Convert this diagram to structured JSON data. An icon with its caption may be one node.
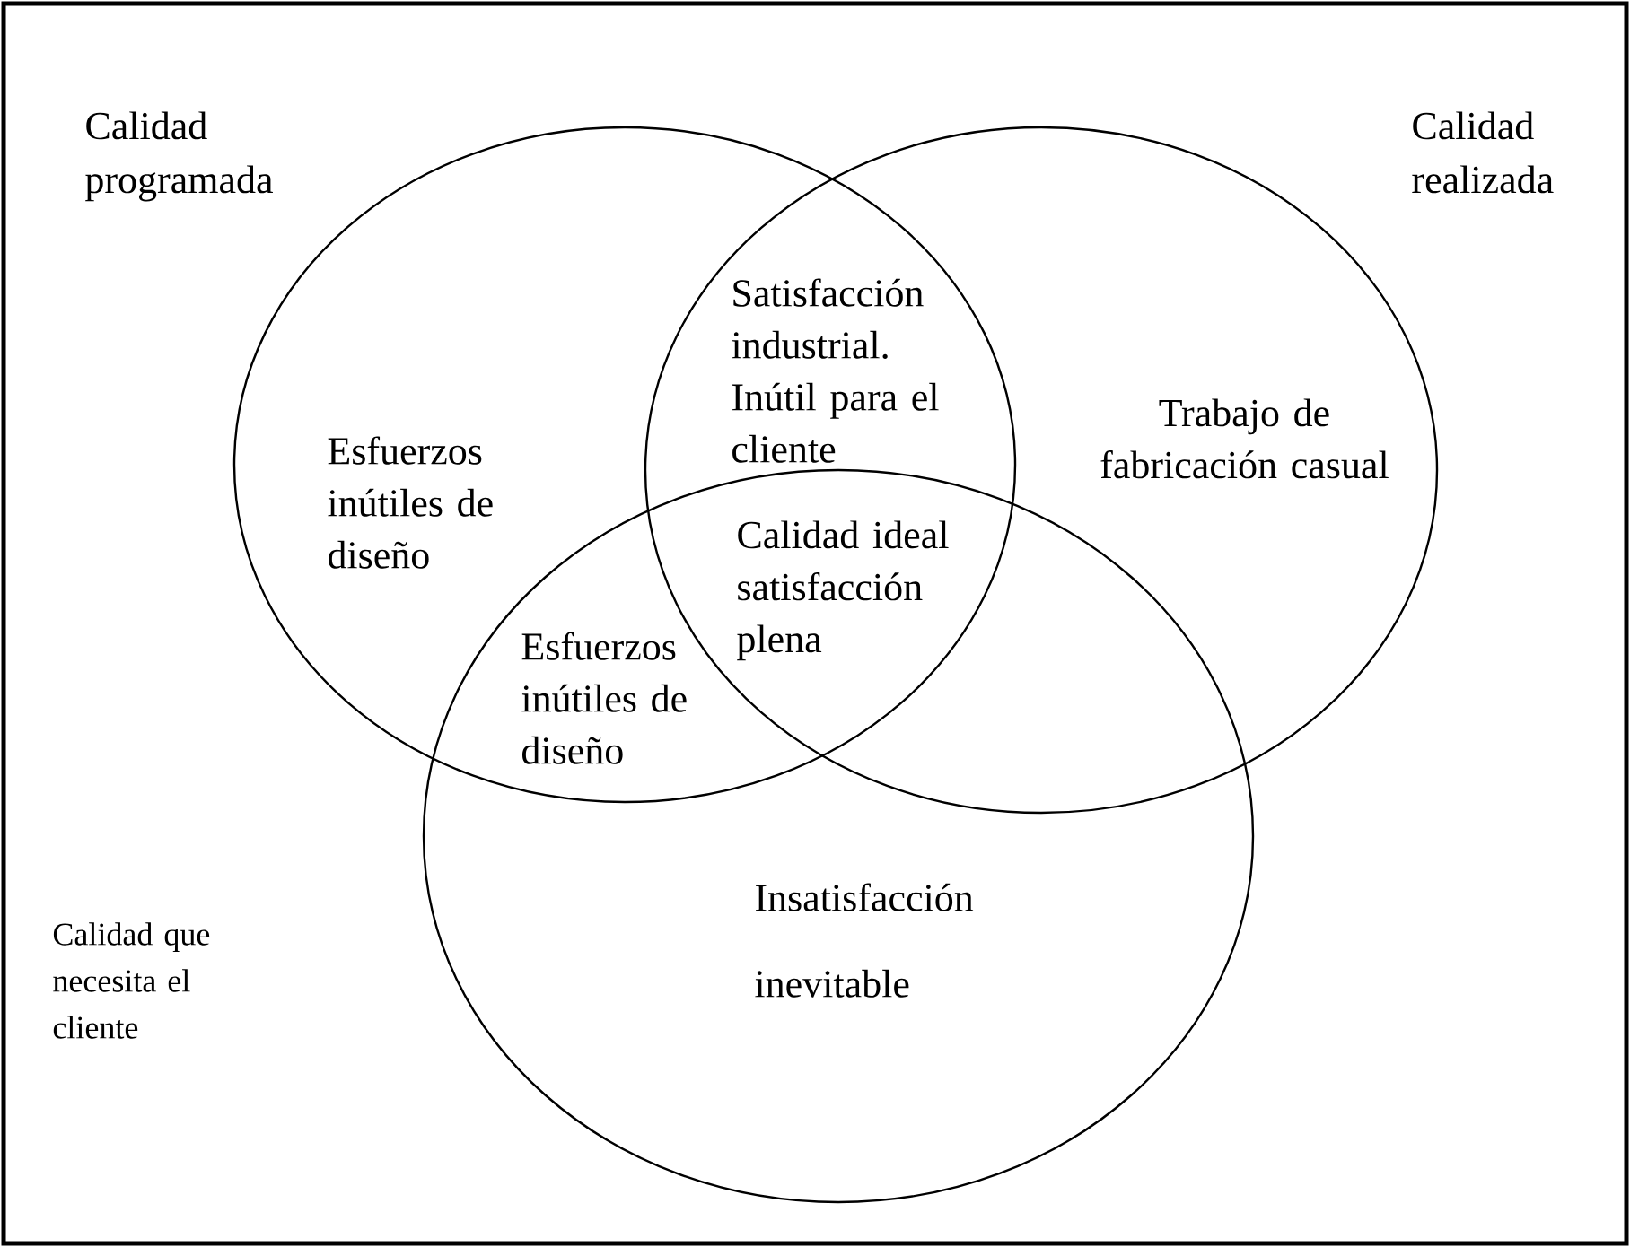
{
  "diagram": {
    "nodes": [
      {
        "text": [
          "Calidad programada"
        ]
      },
      {
        "text": [
          "Calidad realizada"
        ]
      },
      {
        "text": [],
        "shape": "circle"
      }
    ],
    "labels": [
      "Satisfacción industrial. Inútil para el cliente",
      "Esfuerzos inútiles de diseño",
      "Trabajo de fabricación casual",
      "Calidad ideal satisfacción plena",
      "Esfuerzos inútiles de diseño",
      "Insatisfacción inevitable",
      "Calidad que necesita el cliente"
    ]
  }
}
